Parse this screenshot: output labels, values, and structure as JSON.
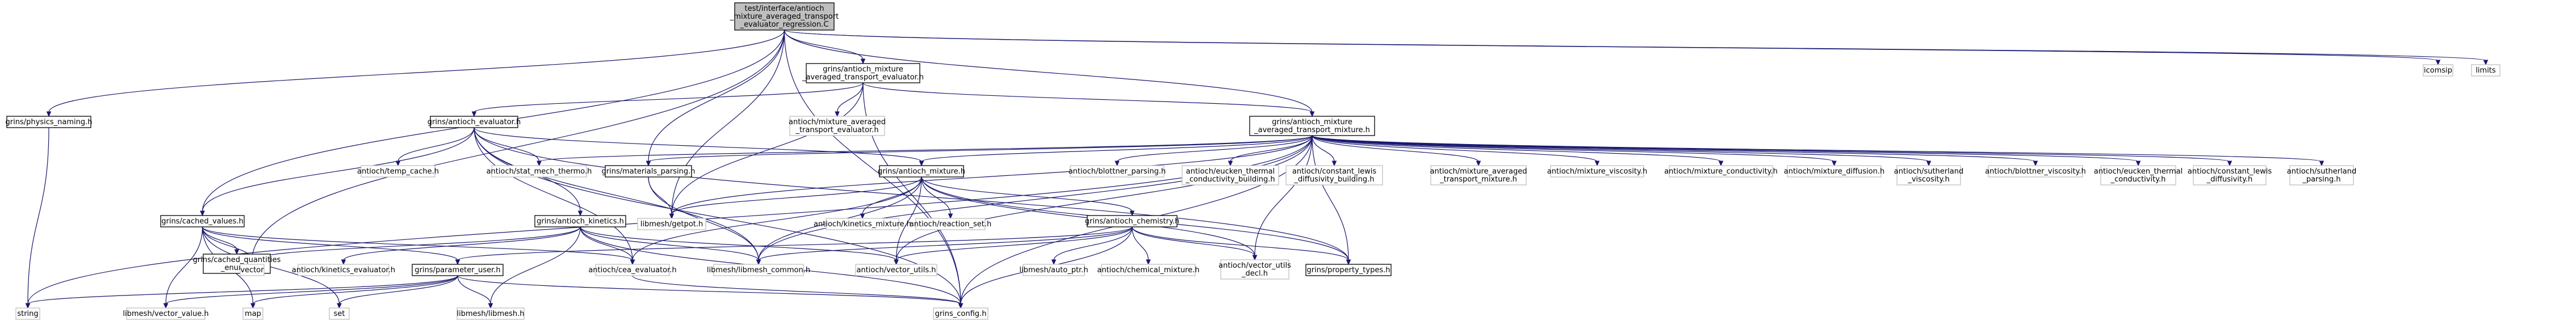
{
  "diagram": {
    "nodes": [
      {
        "id": "root",
        "label": [
          "test/interface/antioch",
          "_mixture_averaged_transport",
          "_evaluator_regression.C"
        ],
        "root": true
      },
      {
        "id": "phys",
        "label": [
          "grins/physics_naming.h"
        ]
      },
      {
        "id": "mate",
        "label": [
          "grins/antioch_mixture",
          "_averaged_transport_evaluator.h"
        ]
      },
      {
        "id": "icom",
        "label": [
          "icomsip"
        ],
        "external": true
      },
      {
        "id": "limits",
        "label": [
          "limits"
        ],
        "external": true
      },
      {
        "id": "aeval",
        "label": [
          "grins/antioch_evaluator.h"
        ]
      },
      {
        "id": "amate_ext",
        "label": [
          "antioch/mixture_averaged",
          "_transport_evaluator.h"
        ],
        "external": true
      },
      {
        "id": "amatm",
        "label": [
          "grins/antioch_mixture",
          "_averaged_transport_mixture.h"
        ]
      },
      {
        "id": "tcache",
        "label": [
          "antioch/temp_cache.h"
        ],
        "external": true
      },
      {
        "id": "smthermo",
        "label": [
          "antioch/stat_mech_thermo.h"
        ],
        "external": true
      },
      {
        "id": "matpars",
        "label": [
          "grins/materials_parsing.h"
        ]
      },
      {
        "id": "amix",
        "label": [
          "grins/antioch_mixture.h"
        ]
      },
      {
        "id": "bparse",
        "label": [
          "antioch/blottner_parsing.h"
        ],
        "external": true
      },
      {
        "id": "etcb",
        "label": [
          "antioch/eucken_thermal",
          "_conductivity_building.h"
        ],
        "external": true
      },
      {
        "id": "cldb",
        "label": [
          "antioch/constant_lewis",
          "_diffusivity_building.h"
        ],
        "external": true
      },
      {
        "id": "amatm_ext",
        "label": [
          "antioch/mixture_averaged",
          "_transport_mixture.h"
        ],
        "external": true
      },
      {
        "id": "mvisc",
        "label": [
          "antioch/mixture_viscosity.h"
        ],
        "external": true
      },
      {
        "id": "mcond",
        "label": [
          "antioch/mixture_conductivity.h"
        ],
        "external": true
      },
      {
        "id": "mdiff",
        "label": [
          "antioch/mixture_diffusion.h"
        ],
        "external": true
      },
      {
        "id": "sutvisc",
        "label": [
          "antioch/sutherland",
          "_viscosity.h"
        ],
        "external": true
      },
      {
        "id": "blotvisc",
        "label": [
          "antioch/blottner_viscosity.h"
        ],
        "external": true
      },
      {
        "id": "euctc",
        "label": [
          "antioch/eucken_thermal",
          "_conductivity.h"
        ],
        "external": true
      },
      {
        "id": "cldiff",
        "label": [
          "antioch/constant_lewis",
          "_diffusivity.h"
        ],
        "external": true
      },
      {
        "id": "sutpars",
        "label": [
          "antioch/sutherland",
          "_parsing.h"
        ],
        "external": true
      },
      {
        "id": "cvals",
        "label": [
          "grins/cached_values.h"
        ]
      },
      {
        "id": "akin",
        "label": [
          "grins/antioch_kinetics.h"
        ]
      },
      {
        "id": "getpot",
        "label": [
          "libmesh/getpot.h"
        ],
        "external": true
      },
      {
        "id": "kvmix",
        "label": [
          "antioch/kinetics_mixture.h"
        ],
        "external": true
      },
      {
        "id": "rset",
        "label": [
          "antioch/reaction_set.h"
        ],
        "external": true
      },
      {
        "id": "achem",
        "label": [
          "grins/antioch_chemistry.h"
        ]
      },
      {
        "id": "cqenum",
        "label": [
          "grins/cached_quantities",
          "_enum.h"
        ]
      },
      {
        "id": "vector",
        "label": [
          "vector"
        ],
        "external": true
      },
      {
        "id": "keval",
        "label": [
          "antioch/kinetics_evaluator.h"
        ],
        "external": true
      },
      {
        "id": "puser",
        "label": [
          "grins/parameter_user.h"
        ]
      },
      {
        "id": "ceval",
        "label": [
          "antioch/cea_evaluator.h"
        ],
        "external": true
      },
      {
        "id": "lmcommon",
        "label": [
          "libmesh/libmesh_common.h"
        ],
        "external": true
      },
      {
        "id": "vutils",
        "label": [
          "antioch/vector_utils.h"
        ],
        "external": true
      },
      {
        "id": "autojit",
        "label": [
          "libmesh/auto_ptr.h"
        ],
        "external": true
      },
      {
        "id": "chemmix",
        "label": [
          "antioch/chemical_mixture.h"
        ],
        "external": true
      },
      {
        "id": "vudecl",
        "label": [
          "antioch/vector_utils",
          "_decl.h"
        ],
        "external": true
      },
      {
        "id": "proptypes",
        "label": [
          "grins/property_types.h"
        ]
      },
      {
        "id": "string",
        "label": [
          "string"
        ],
        "external": true
      },
      {
        "id": "lmvv",
        "label": [
          "libmesh/vector_value.h"
        ],
        "external": true
      },
      {
        "id": "map",
        "label": [
          "map"
        ],
        "external": true
      },
      {
        "id": "set",
        "label": [
          "set"
        ],
        "external": true
      },
      {
        "id": "lmlib",
        "label": [
          "libmesh/libmesh.h"
        ],
        "external": true
      },
      {
        "id": "gconfig",
        "label": [
          "grins_config.h"
        ],
        "external": true
      }
    ],
    "edges": [
      [
        "root",
        "phys"
      ],
      [
        "root",
        "mate"
      ],
      [
        "root",
        "icom"
      ],
      [
        "root",
        "limits"
      ],
      [
        "root",
        "amatm"
      ],
      [
        "root",
        "matpars"
      ],
      [
        "root",
        "cvals"
      ],
      [
        "root",
        "vector"
      ],
      [
        "root",
        "getpot"
      ],
      [
        "root",
        "gconfig"
      ],
      [
        "phys",
        "string"
      ],
      [
        "mate",
        "aeval"
      ],
      [
        "mate",
        "amate_ext"
      ],
      [
        "mate",
        "amatm"
      ],
      [
        "mate",
        "getpot"
      ],
      [
        "mate",
        "gconfig"
      ],
      [
        "aeval",
        "tcache"
      ],
      [
        "aeval",
        "smthermo"
      ],
      [
        "aeval",
        "amix"
      ],
      [
        "aeval",
        "cvals"
      ],
      [
        "aeval",
        "akin"
      ],
      [
        "aeval",
        "ceval"
      ],
      [
        "aeval",
        "gconfig"
      ],
      [
        "aeval",
        "proptypes"
      ],
      [
        "aeval",
        "lmcommon"
      ],
      [
        "amatm",
        "smthermo"
      ],
      [
        "amatm",
        "matpars"
      ],
      [
        "amatm",
        "amix"
      ],
      [
        "amatm",
        "bparse"
      ],
      [
        "amatm",
        "etcb"
      ],
      [
        "amatm",
        "cldb"
      ],
      [
        "amatm",
        "amatm_ext"
      ],
      [
        "amatm",
        "mvisc"
      ],
      [
        "amatm",
        "mcond"
      ],
      [
        "amatm",
        "mdiff"
      ],
      [
        "amatm",
        "sutvisc"
      ],
      [
        "amatm",
        "blotvisc"
      ],
      [
        "amatm",
        "euctc"
      ],
      [
        "amatm",
        "cldiff"
      ],
      [
        "amatm",
        "sutpars"
      ],
      [
        "amatm",
        "lmcommon"
      ],
      [
        "amatm",
        "getpot"
      ],
      [
        "amatm",
        "proptypes"
      ],
      [
        "amatm",
        "vudecl"
      ],
      [
        "amatm",
        "gconfig"
      ],
      [
        "amatm",
        "string"
      ],
      [
        "amatm",
        "vutils"
      ],
      [
        "matpars",
        "getpot"
      ],
      [
        "matpars",
        "lmcommon"
      ],
      [
        "amix",
        "kvmix"
      ],
      [
        "amix",
        "rset"
      ],
      [
        "amix",
        "achem"
      ],
      [
        "amix",
        "ceval"
      ],
      [
        "amix",
        "lmcommon"
      ],
      [
        "amix",
        "vutils"
      ],
      [
        "amix",
        "vudecl"
      ],
      [
        "amix",
        "proptypes"
      ],
      [
        "amix",
        "getpot"
      ],
      [
        "cvals",
        "cqenum"
      ],
      [
        "cvals",
        "vector"
      ],
      [
        "cvals",
        "map"
      ],
      [
        "cvals",
        "set"
      ],
      [
        "cvals",
        "lmvv"
      ],
      [
        "cvals",
        "puser"
      ],
      [
        "cvals",
        "ceval"
      ],
      [
        "akin",
        "vector"
      ],
      [
        "akin",
        "keval"
      ],
      [
        "akin",
        "ceval"
      ],
      [
        "akin",
        "lmcommon"
      ],
      [
        "akin",
        "vutils"
      ],
      [
        "akin",
        "gconfig"
      ],
      [
        "akin",
        "lmlib"
      ],
      [
        "achem",
        "lmcommon"
      ],
      [
        "achem",
        "autojit"
      ],
      [
        "achem",
        "chemmix"
      ],
      [
        "achem",
        "vudecl"
      ],
      [
        "achem",
        "proptypes"
      ],
      [
        "achem",
        "vutils"
      ],
      [
        "achem",
        "gconfig"
      ],
      [
        "achem",
        "puser"
      ],
      [
        "puser",
        "string"
      ],
      [
        "puser",
        "lmvv"
      ],
      [
        "puser",
        "map"
      ],
      [
        "puser",
        "set"
      ],
      [
        "puser",
        "lmlib"
      ],
      [
        "puser",
        "gconfig"
      ],
      [
        "ceval",
        "gconfig"
      ]
    ]
  }
}
